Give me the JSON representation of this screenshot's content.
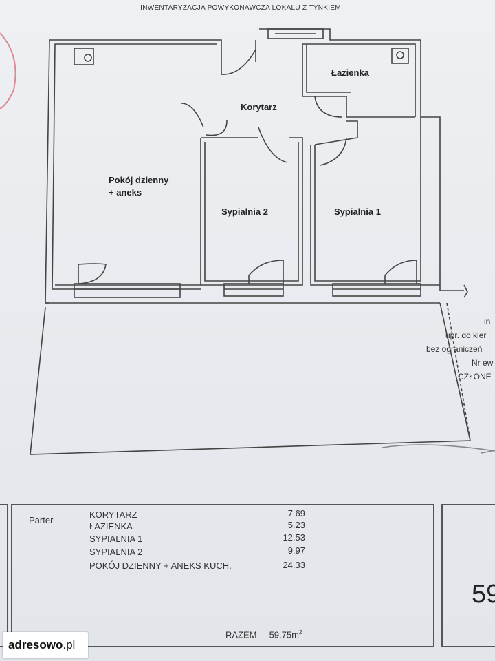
{
  "header": {
    "title": "INWENTARYZACJA POWYKONAWCZA LOKALU Z TYNKIEM"
  },
  "rooms": {
    "lazienka": "Łazienka",
    "korytarz": "Korytarz",
    "pokoj_line1": "Pokój dzienny",
    "pokoj_line2": "+ aneks",
    "sypialnia2": "Sypialnia 2",
    "sypialnia1": "Sypialnia 1"
  },
  "side_text": [
    "in",
    "upr. do kier",
    "bez ograniczeń",
    "Nr ew",
    "CZŁONE"
  ],
  "legend": {
    "floor": "Parter",
    "rows": [
      {
        "name": "KORYTARZ",
        "area": "7.69"
      },
      {
        "name": "ŁAZIENKA",
        "area": "5.23"
      },
      {
        "name": "SYPIALNIA 1",
        "area": "12.53"
      },
      {
        "name": "SYPIALNIA 2",
        "area": "9.97"
      },
      {
        "name": "POKÓJ DZIENNY + ANEKS KUCH.",
        "area": "24.33"
      }
    ],
    "total_label": "RAZEM",
    "total_value": "59.75m",
    "total_unit_sup": "2"
  },
  "right_number": "59",
  "logo": {
    "main": "adresowo",
    "suffix": ".pl"
  }
}
